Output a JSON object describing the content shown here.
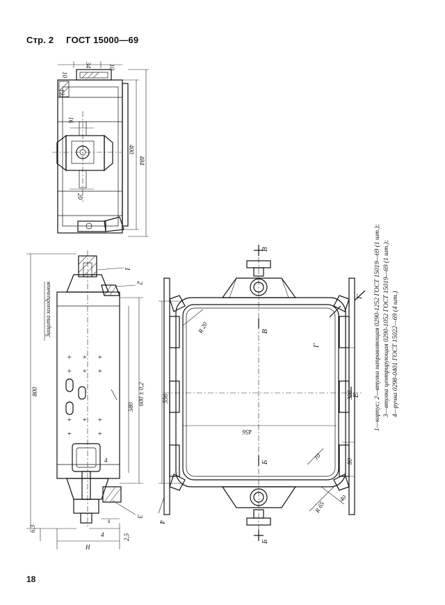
{
  "header": {
    "page": "Стр. 2",
    "standard": "ГОСТ 15000—69"
  },
  "page_number": "18",
  "legend": [
    "1—корпус; 2—втулка направляющая 0290-1252 ГОСТ 15019—69 (1 шт.);",
    "3—втулка центрирующая 0290-1052 ГОСТ 15019—69 (1 шт.);",
    "4—ручка 0298-0401 ГОСТ 15022—69 (4 шт.)"
  ],
  "top_view": {
    "dims": {
      "d10a": "10",
      "d34": "34",
      "d10b": "10",
      "d12": "12",
      "d16": "16",
      "d20": "20",
      "d400": "400",
      "d484": "484"
    }
  },
  "side_view": {
    "label_text": "Защита холодильник",
    "dims": {
      "d800": "800",
      "d580": "580",
      "d600": "600 ± 0,2",
      "h": "H",
      "four": "4",
      "s": "s",
      "d63": "6,3",
      "d25": "2,5",
      "d4": "4"
    },
    "callouts": {
      "c1": "1",
      "c2": "2",
      "c3": "3"
    }
  },
  "front_view": {
    "dims": {
      "r20": "R 20",
      "r65": "R 65",
      "d556": "556",
      "d456": "456",
      "d300": "300",
      "d80": "80",
      "d40": "40",
      "d10": "10"
    },
    "sections": {
      "vv_top": "В",
      "vv_mid": "В",
      "bb_bot": "Б",
      "bb_mid": "Б",
      "gg_top": "Г",
      "gg_mid": "Г",
      "e": "Е"
    },
    "callouts": {
      "c4": "4"
    }
  }
}
